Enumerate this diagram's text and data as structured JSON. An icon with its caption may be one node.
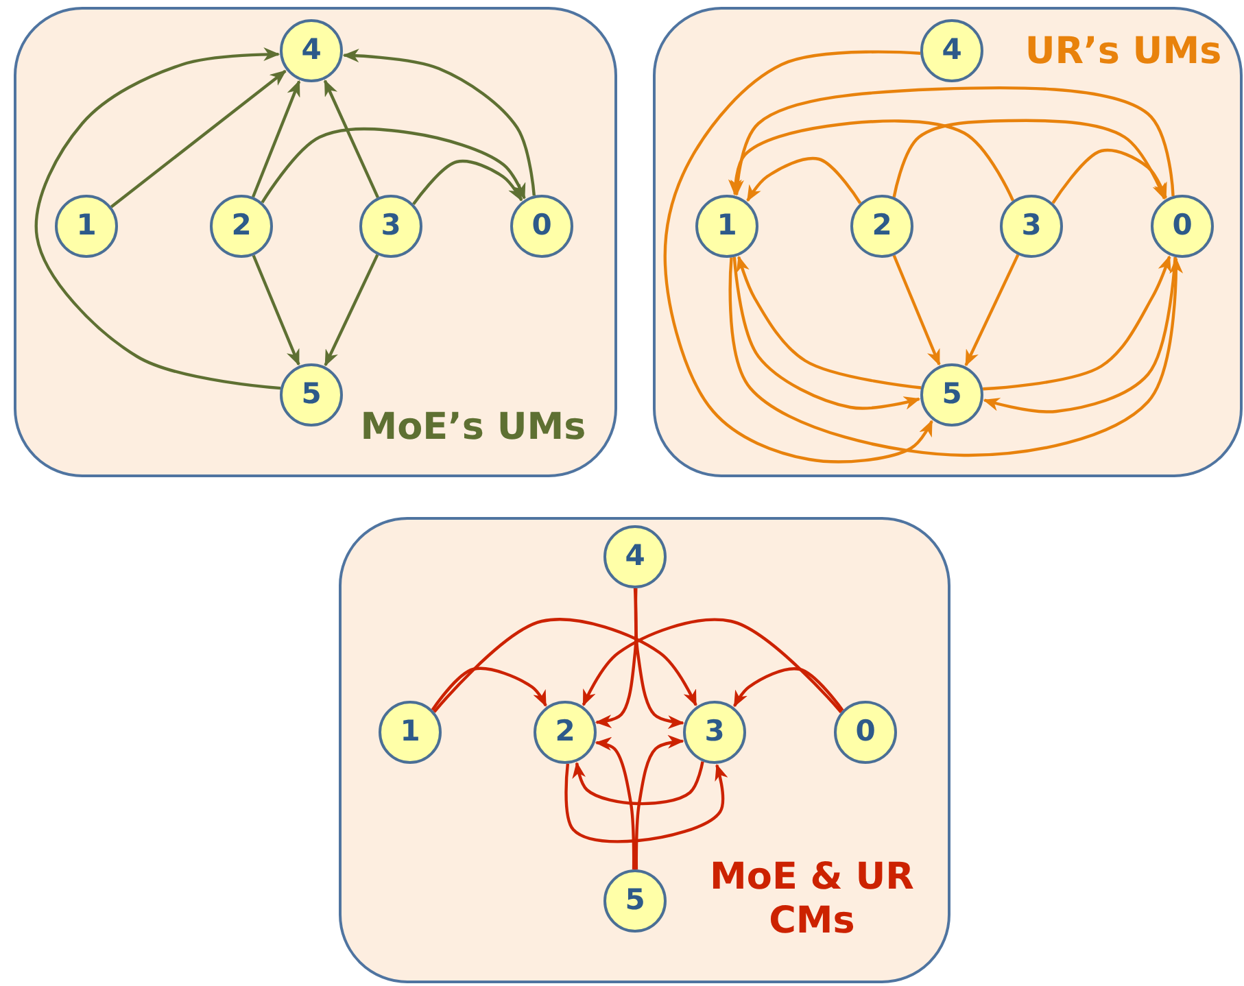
{
  "diagram": {
    "nodes": [
      {
        "text": [
          "MoE’s UMs"
        ]
      },
      {
        "text": [
          "4"
        ],
        "in": 0
      },
      {
        "text": [
          "1"
        ],
        "in": 0
      },
      {
        "text": [
          "2"
        ],
        "in": 0
      },
      {
        "text": [
          "3"
        ],
        "in": 0
      },
      {
        "text": [
          "0"
        ],
        "in": 0
      },
      {
        "text": [
          "5"
        ],
        "in": 0
      },
      {
        "text": [
          "UR’s UMs"
        ]
      },
      {
        "text": [
          "4"
        ],
        "in": 7
      },
      {
        "text": [
          "1"
        ],
        "in": 7
      },
      {
        "text": [
          "2"
        ],
        "in": 7
      },
      {
        "text": [
          "3"
        ],
        "in": 7
      },
      {
        "text": [
          "0"
        ],
        "in": 7
      },
      {
        "text": [
          "5"
        ],
        "in": 7
      },
      {
        "text": [
          "MoE & UR CMs"
        ]
      },
      {
        "text": [
          "4"
        ],
        "in": 14
      },
      {
        "text": [
          "1"
        ],
        "in": 14
      },
      {
        "text": [
          "2"
        ],
        "in": 14
      },
      {
        "text": [
          "3"
        ],
        "in": 14
      },
      {
        "text": [
          "0"
        ],
        "in": 14
      },
      {
        "text": [
          "5"
        ],
        "in": 14
      }
    ],
    "edges": [
      {
        "from": 2,
        "to": 1,
        "arrow": "to",
        "color": "#5e7032"
      },
      {
        "from": 3,
        "to": 1,
        "arrow": "to",
        "color": "#5e7032"
      },
      {
        "from": 4,
        "to": 1,
        "arrow": "to",
        "color": "#5e7032"
      },
      {
        "from": 5,
        "to": 1,
        "arrow": "to",
        "color": "#5e7032"
      },
      {
        "from": 6,
        "to": 1,
        "arrow": "to",
        "color": "#5e7032"
      },
      {
        "from": 3,
        "to": 5,
        "arrow": "to",
        "color": "#5e7032"
      },
      {
        "from": 4,
        "to": 5,
        "arrow": "to",
        "color": "#5e7032"
      },
      {
        "from": 3,
        "to": 6,
        "arrow": "to",
        "color": "#5e7032"
      },
      {
        "from": 4,
        "to": 6,
        "arrow": "to",
        "color": "#5e7032"
      },
      {
        "from": 8,
        "to": 13,
        "arrow": "to"
      },
      {
        "from": 12,
        "to": 9,
        "arrow": "to"
      },
      {
        "from": 11,
        "to": 9,
        "arrow": "to"
      },
      {
        "from": 10,
        "to": 9,
        "arrow": "to"
      },
      {
        "from": 10,
        "to": 12,
        "arrow": "to"
      },
      {
        "from": 11,
        "to": 12,
        "arrow": "to"
      },
      {
        "from": 13,
        "to": 9,
        "arrow": "to"
      },
      {
        "from": 9,
        "to": 13,
        "arrow": "to"
      },
      {
        "from": 9,
        "to": 12,
        "arrow": "to"
      },
      {
        "from": 13,
        "to": 12,
        "arrow": "to"
      },
      {
        "from": 12,
        "to": 13,
        "arrow": "to"
      },
      {
        "from": 10,
        "to": 13,
        "arrow": "to"
      },
      {
        "from": 11,
        "to": 13,
        "arrow": "to"
      },
      {
        "from": 15,
        "to": 17,
        "arrow": "to",
        "color": "#cc2200"
      },
      {
        "from": 15,
        "to": 18,
        "arrow": "to",
        "color": "#cc2200"
      },
      {
        "from": 16,
        "to": 17,
        "arrow": "to",
        "color": "#cc2200"
      },
      {
        "from": 16,
        "to": 18,
        "arrow": "to",
        "color": "#cc2200"
      },
      {
        "from": 19,
        "to": 18,
        "arrow": "to",
        "color": "#cc2200"
      },
      {
        "from": 19,
        "to": 17,
        "arrow": "to",
        "color": "#cc2200"
      },
      {
        "from": 20,
        "to": 17,
        "arrow": "to",
        "color": "#cc2200"
      },
      {
        "from": 20,
        "to": 18,
        "arrow": "to",
        "color": "#cc2200"
      },
      {
        "from": 18,
        "to": 17,
        "arrow": "to",
        "color": "#cc2200"
      },
      {
        "from": 17,
        "to": 18,
        "arrow": "to",
        "color": "#cc2200"
      }
    ]
  }
}
